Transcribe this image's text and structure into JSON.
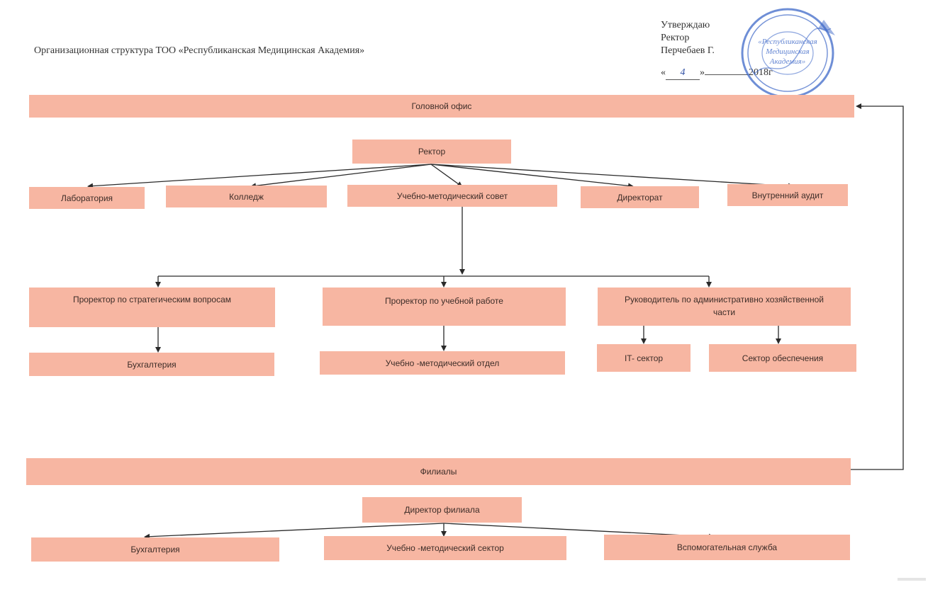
{
  "header": {
    "title": "Организационная  структура ТОО «Республиканская Медицинская Академия»",
    "approval": {
      "line1": "Утверждаю",
      "line2": "Ректор",
      "line3": "Перчебаев Г.",
      "date_open": "«",
      "date_day": "4",
      "date_close": "»",
      "year": "2018г"
    },
    "seal": {
      "text_line1": "«Республиканская",
      "text_line2": "Медицинская",
      "text_line3": "Академия»",
      "color": "#3e68c8"
    }
  },
  "head_office": {
    "label": "Головной офис"
  },
  "rector": {
    "label": "Ректор"
  },
  "rector_units": [
    "Лаборатория",
    "Колледж",
    "Учебно-методический совет",
    "Директорат",
    "Внутренний аудит"
  ],
  "vice_rectors": [
    {
      "label": "Проректор по стратегическим вопросам",
      "child": "Бухгалтерия"
    },
    {
      "label": "Проректор по учебной работе",
      "child": "Учебно -методический отдел"
    },
    {
      "label": "Руководитель по административно хозяйственной части"
    }
  ],
  "admin_children": [
    "IT- сектор",
    "Сектор обеспечения"
  ],
  "branches": {
    "label": "Филиалы"
  },
  "branch_director": {
    "label": "Директор филиала"
  },
  "branch_units": [
    "Бухгалтерия",
    "Учебно -методический сектор",
    "Вспомогательная служба"
  ],
  "colors": {
    "box_fill": "#f7b6a2",
    "line": "#2a2a2a"
  }
}
